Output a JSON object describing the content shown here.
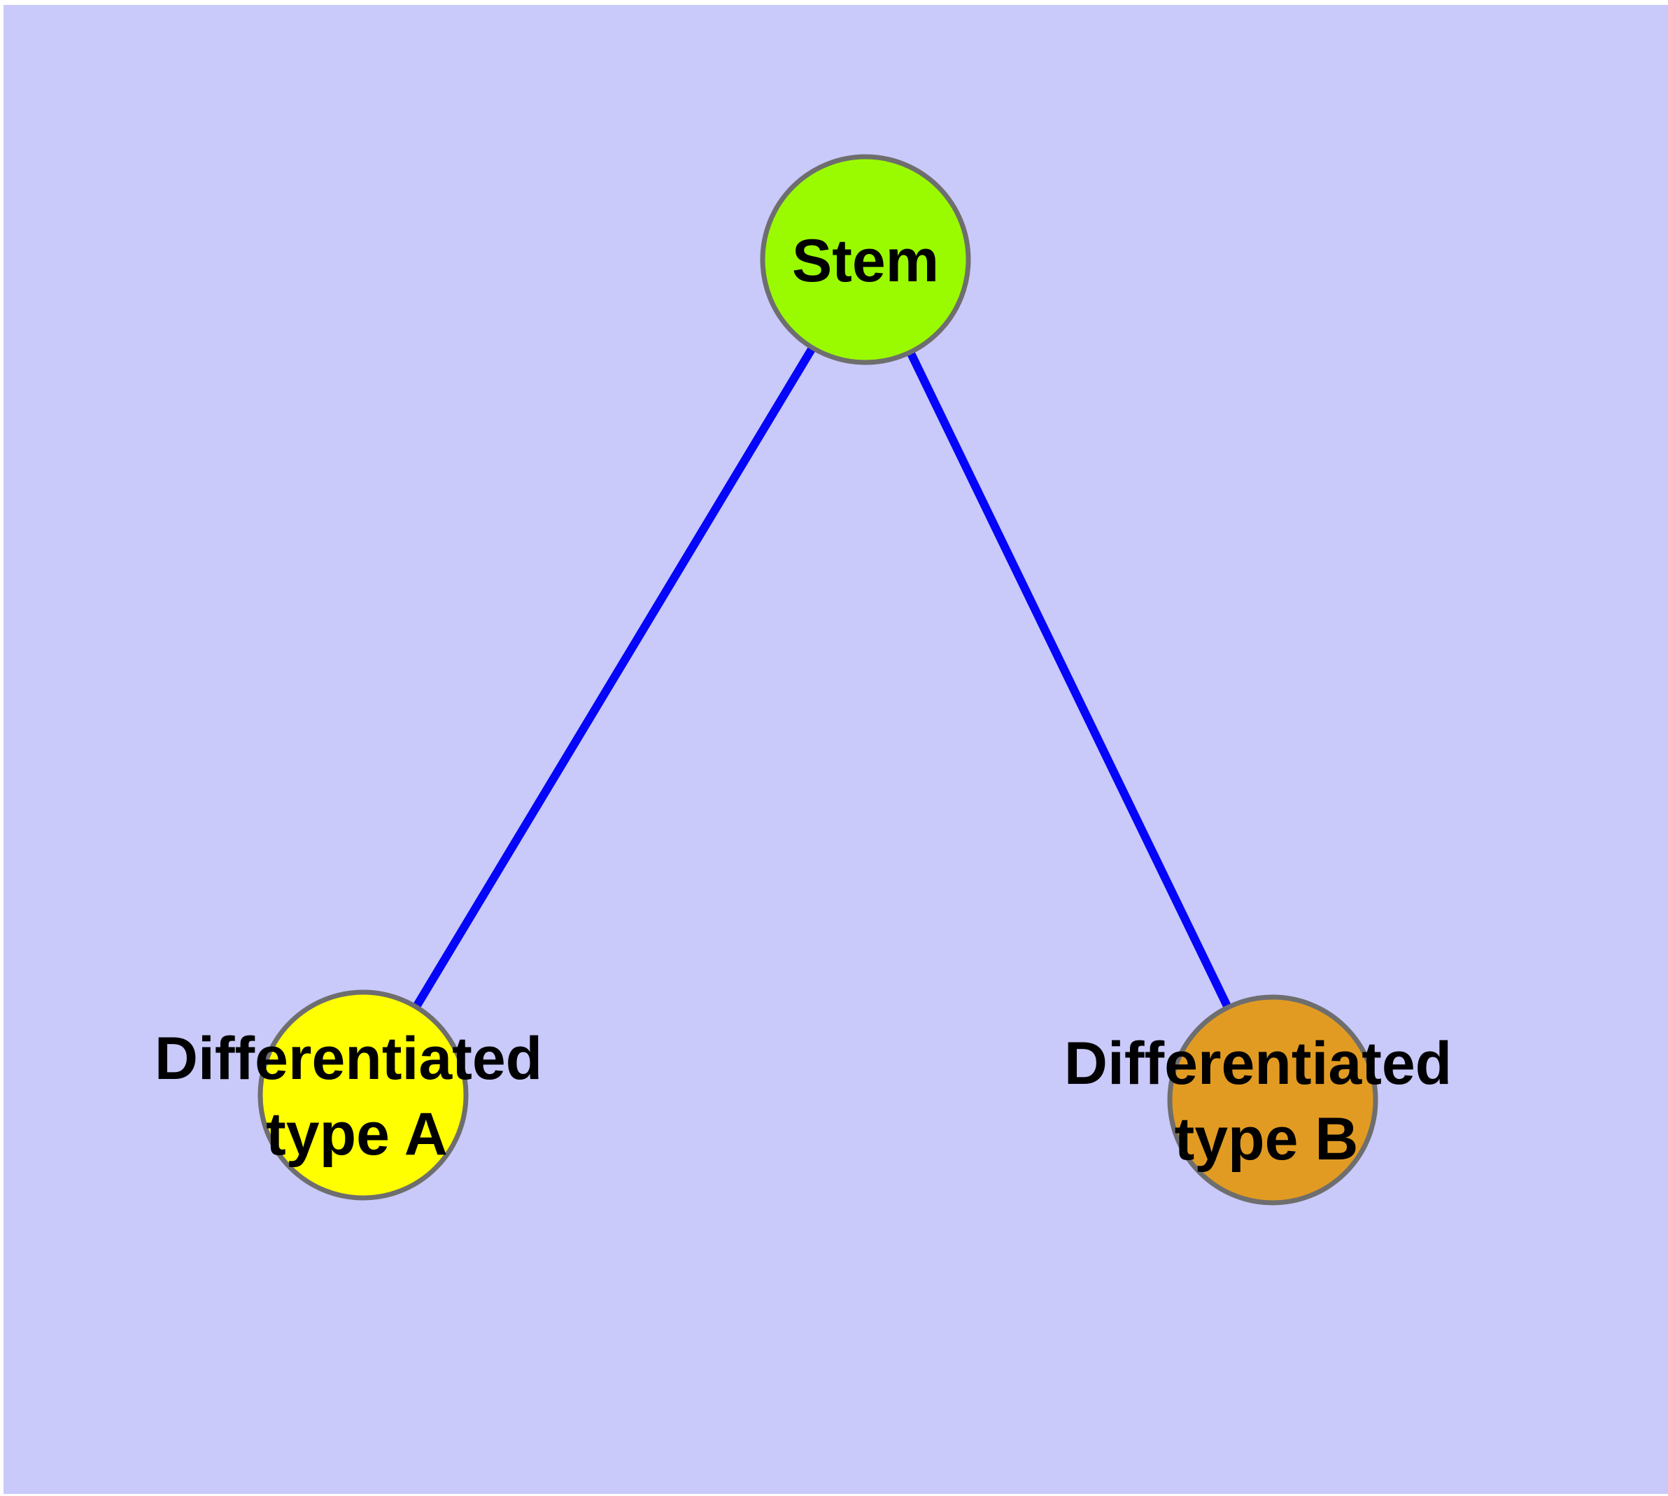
{
  "diagram": {
    "background_color": "#c9c9fa",
    "page_margin_color": "#ffffff",
    "node_border_color": "#6e6e6e",
    "edge_color": "#0505fa",
    "label_color": "#000000",
    "nodes": [
      {
        "id": "stem",
        "label_line1": "Stem",
        "label_line2": "",
        "fill": "#9afb00"
      },
      {
        "id": "differentiated-type-a",
        "label_line1": "Differentiated",
        "label_line2": "type A",
        "fill": "#ffff00"
      },
      {
        "id": "differentiated-type-b",
        "label_line1": "Differentiated",
        "label_line2": "type B",
        "fill": "#e29b22"
      }
    ],
    "edges": [
      {
        "from": "Stem",
        "to": "Differentiated type A"
      },
      {
        "from": "Stem",
        "to": "Differentiated type B"
      }
    ]
  }
}
